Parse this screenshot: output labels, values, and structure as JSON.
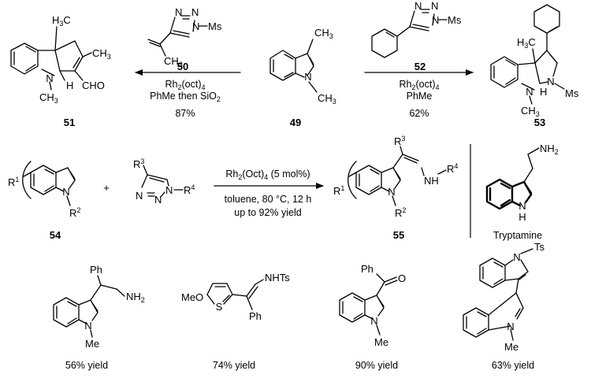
{
  "row1": {
    "reagent_left_label": "50",
    "reagent_right_label": "52",
    "start_label": "49",
    "left_cond": [
      "Rh2(oct)4",
      "PhMe then SiO2",
      "87%"
    ],
    "right_cond": [
      "Rh2(oct)4",
      "PhMe",
      "62%"
    ],
    "left_product_label": "51",
    "right_product_label": "53",
    "atoms": {
      "ms": "Ms",
      "ch3": "CH3",
      "h3c": "H3C",
      "cho": "CHO",
      "h": "H",
      "n": "N"
    }
  },
  "row2": {
    "reactant_label": "54",
    "plus": "+",
    "cond": [
      "Rh2(Oct)4 (5 mol%)",
      "toluene, 80 °C, 12 h",
      "up to 92% yield"
    ],
    "product_label": "55",
    "tryptamine": "Tryptamine",
    "atoms": {
      "r1": "R1",
      "r2": "R2",
      "r3": "R3",
      "r4": "R4",
      "nh": "NH",
      "nh2": "NH2",
      "n": "N",
      "h": "H"
    }
  },
  "row3": {
    "yields": [
      "56% yield",
      "74% yield",
      "90% yield",
      "63% yield"
    ],
    "atoms": {
      "ph": "Ph",
      "nh2": "NH2",
      "me": "Me",
      "meo": "MeO",
      "s": "S",
      "nhts": "NHTs",
      "o": "O",
      "ts": "Ts",
      "n": "N"
    }
  }
}
